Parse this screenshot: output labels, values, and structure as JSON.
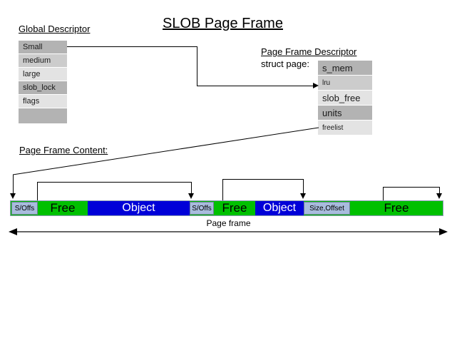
{
  "title": "SLOB Page Frame",
  "global_descriptor": {
    "heading": "Global Descriptor",
    "fields": [
      {
        "label": "Small"
      },
      {
        "label": "medium"
      },
      {
        "label": "large"
      },
      {
        "label": "slob_lock"
      },
      {
        "label": "flags"
      },
      {
        "label": ""
      }
    ]
  },
  "page_frame_descriptor": {
    "heading": "Page Frame Descriptor",
    "struct_label": "struct page:",
    "fields": [
      {
        "label": "s_mem"
      },
      {
        "label": "lru"
      },
      {
        "label": "slob_free"
      },
      {
        "label": "units"
      },
      {
        "label": "freelist"
      }
    ]
  },
  "page_frame_content": {
    "heading": "Page Frame Content:",
    "span_label": "Page frame",
    "segments": [
      {
        "kind": "header",
        "label": "S/Offs"
      },
      {
        "kind": "free",
        "label": "Free"
      },
      {
        "kind": "object",
        "label": "Object"
      },
      {
        "kind": "header",
        "label": "S/Offs"
      },
      {
        "kind": "free",
        "label": "Free"
      },
      {
        "kind": "object",
        "label": "Object"
      },
      {
        "kind": "header",
        "label": "Size,Offset"
      },
      {
        "kind": "free",
        "label": "Free"
      }
    ]
  },
  "colors": {
    "free": "#00c000",
    "object": "#0000d8",
    "header": "#a8bcdd",
    "field_dark": "#b3b3b3",
    "field_mid": "#cccccc",
    "field_light": "#e3e3e3",
    "line": "#000000"
  }
}
